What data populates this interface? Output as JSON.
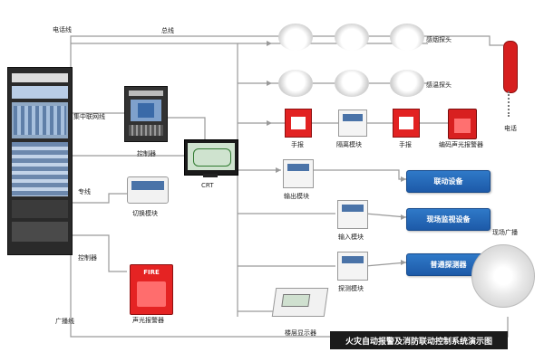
{
  "title": "火灾自动报警及消防联动控制系统演示图",
  "lines": {
    "phone_line": "电话线",
    "bus": "总线",
    "network": "集中联网线",
    "dedicated": "专线",
    "control": "控制器",
    "broadcast_line": "广播线"
  },
  "devices": {
    "controller": "控制器",
    "crt": "CRT",
    "switch_module": "切换模块",
    "sound_light_alarm": "声光报警器",
    "smoke_detector": "感烟探头",
    "temp_detector": "感温探头",
    "manual_alarm_1": "手报",
    "isolation_module": "隔离模块",
    "manual_alarm_2": "手报",
    "coded_alarm": "编码声光报警器",
    "telephone": "电话",
    "output_module": "输出模块",
    "input_module": "输入模块",
    "detection_module": "探测模块",
    "floor_display": "楼层显示器",
    "site_broadcast": "现场广播",
    "fire_text": "FIRE"
  },
  "buttons": {
    "linkage": "联动设备",
    "monitor": "现场监视设备",
    "ordinary": "普通探测器"
  },
  "colors": {
    "line": "#9a9a9a",
    "button": "#2a6fc0",
    "alarm_red": "#d92020",
    "banner": "#1b1b1b"
  }
}
